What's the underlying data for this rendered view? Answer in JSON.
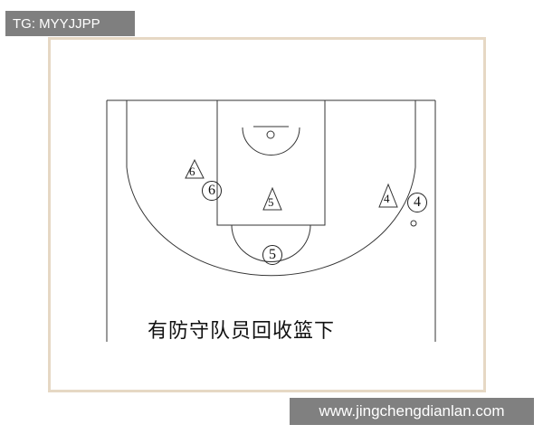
{
  "telegram_tag": "TG: MYYJJPP",
  "website": "www.jingchengdianlan.com",
  "caption": "有防守队员回收篮下",
  "players": {
    "offense_6": "6",
    "defense_6": "6",
    "offense_5": "5",
    "defense_5": "5",
    "offense_4": "4",
    "defense_4": "4"
  },
  "colors": {
    "frame": "#e6d8c4",
    "line": "#333333",
    "tag_bg": "#7f7f7f",
    "site_bg": "#808080"
  }
}
